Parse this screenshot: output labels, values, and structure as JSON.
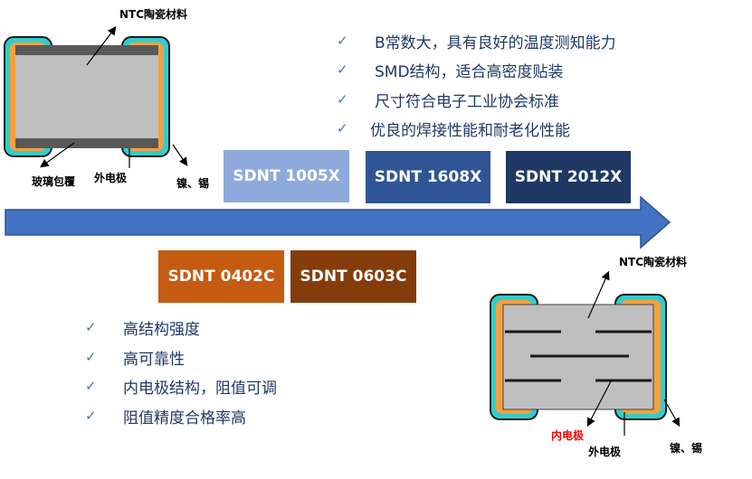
{
  "top_chip": {
    "ntc_label": "NTC陶瓷材料",
    "glass_label": "玻璃包覆",
    "outer_electrode_label": "外电极",
    "plating_label": "镍、锡"
  },
  "bottom_chip": {
    "ntc_label": "NTC陶瓷材料",
    "inner_electrode_label": "内电极",
    "outer_electrode_label": "外电极",
    "plating_label": "镍、锡"
  },
  "top_features": [
    "B常数大，具有良好的温度测知能力",
    "SMD结构，适合高密度贴装",
    "尺寸符合电子工业协会标准",
    "优良的焊接性能和耐老化性能"
  ],
  "bottom_features": [
    "高结构强度",
    "高可靠性",
    "内电极结构，阻值可调",
    "阻值精度合格率高"
  ],
  "check_mark": "✓",
  "products_top": [
    {
      "label": "SDNT 1005X",
      "color": "#8ea9db"
    },
    {
      "label": "SDNT 1608X",
      "color": "#2f5597"
    },
    {
      "label": "SDNT 2012X",
      "color": "#1f3864"
    }
  ],
  "products_bottom": [
    {
      "label": "SDNT 0402C",
      "color": "#c55a11"
    },
    {
      "label": "SDNT 0603C",
      "color": "#843c0c"
    }
  ],
  "colors": {
    "arrow": "#4472c4",
    "ceramic": "#bfbfbf",
    "electrode_orange": "#f4a040",
    "plating_cyan": "#33cccc",
    "inner_electrode_text": "#ff0000"
  }
}
